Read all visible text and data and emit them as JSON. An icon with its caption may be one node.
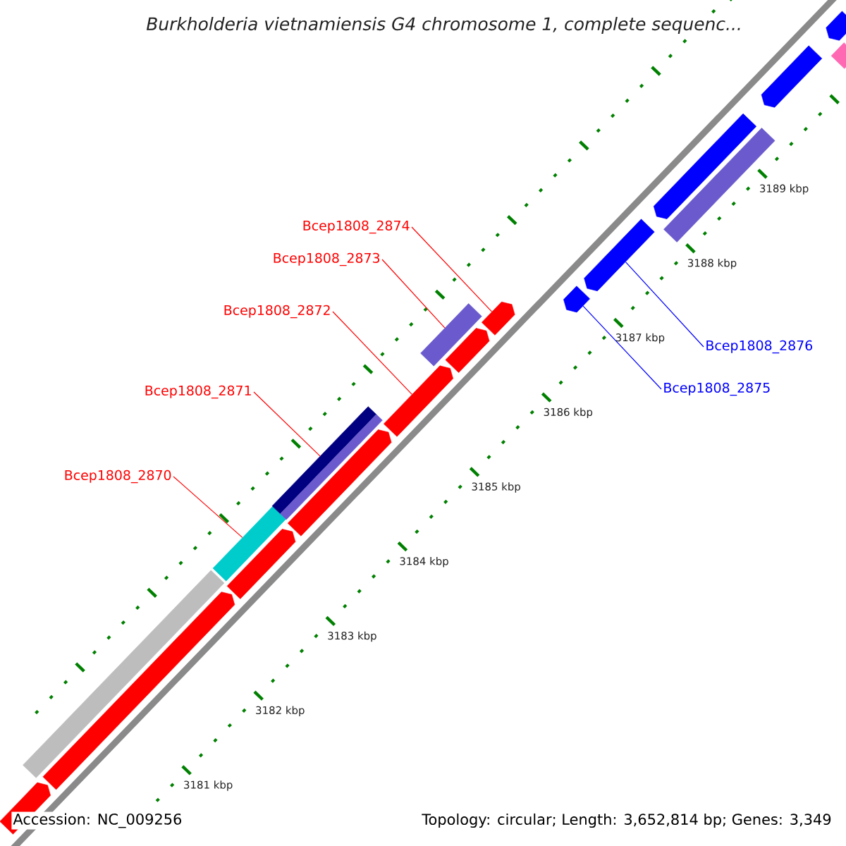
{
  "diagram": {
    "title": "Burkholderia vietnamiensis G4 chromosome 1, complete sequenc...",
    "nodes": [
      {
        "text": [
          "Bcep1808_2874"
        ]
      },
      {
        "text": [
          "Bcep1808_2873"
        ]
      },
      {
        "text": [
          "Bcep1808_2872"
        ]
      },
      {
        "text": [
          "Bcep1808_2871"
        ]
      },
      {
        "text": [
          "Bcep1808_2870"
        ]
      },
      {
        "text": [
          "Bcep1808_2876"
        ]
      },
      {
        "text": [
          "Bcep1808_2875"
        ]
      },
      {
        "text": [],
        "shape": "pentagon"
      },
      {
        "text": [],
        "shape": "bar"
      },
      {
        "text": [],
        "shape": "pentagon"
      },
      {
        "text": [],
        "shape": "bar"
      },
      {
        "text": [],
        "shape": "pentagon"
      },
      {
        "text": [],
        "shape": "bar"
      },
      {
        "text": [],
        "shape": "bar"
      },
      {
        "text": [],
        "shape": "pentagon"
      },
      {
        "text": [],
        "shape": "pentagon"
      },
      {
        "text": [],
        "shape": "bar"
      },
      {
        "text": [],
        "shape": "pentagon"
      },
      {
        "text": [],
        "shape": "pentagon"
      },
      {
        "text": [],
        "shape": "pentagon"
      },
      {
        "text": [],
        "shape": "pentagon"
      },
      {
        "text": [],
        "shape": "pentagon"
      },
      {
        "text": [],
        "shape": "bar"
      },
      {
        "text": [],
        "shape": "pentagon"
      },
      {
        "text": [],
        "shape": "pentagon"
      },
      {
        "text": [],
        "shape": "bar"
      }
    ],
    "edges": [
      {
        "from": 0,
        "to": 18,
        "arrow": "none"
      },
      {
        "from": 1,
        "to": 16,
        "arrow": "none"
      },
      {
        "from": 2,
        "to": 15,
        "arrow": "none"
      },
      {
        "from": 3,
        "to": 12,
        "arrow": "none"
      },
      {
        "from": 4,
        "to": 10,
        "arrow": "none"
      },
      {
        "from": 5,
        "to": 20,
        "arrow": "none",
        "color": "#0000ff"
      },
      {
        "from": 6,
        "to": 19,
        "arrow": "none",
        "color": "#0000ff"
      }
    ],
    "labels": [
      "3189 kbp",
      "3188 kbp",
      "3187 kbp",
      "3186 kbp",
      "3185 kbp",
      "3184 kbp",
      "3183 kbp",
      "3182 kbp",
      "3181 kbp",
      "Accession: NC_009256",
      "Topology: circular; Length: 3,652,814 bp; Genes: 3,349"
    ]
  }
}
